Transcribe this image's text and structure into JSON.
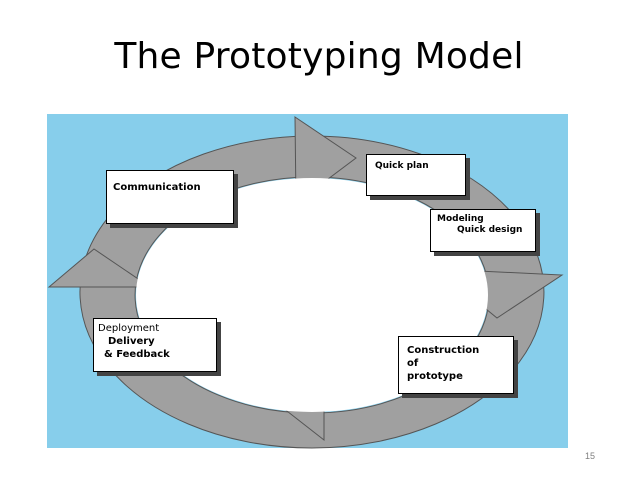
{
  "slide": {
    "title": "The Prototyping Model",
    "page_number": "15"
  },
  "diagram": {
    "stages": {
      "communication": "Communication",
      "quick_plan": "Quick plan",
      "modeling_line1": "Modeling",
      "modeling_line2": "Quick design",
      "construction": "Construction\nof\nprototype",
      "deployment_line1": "Deployment",
      "deployment_line2": "Delivery",
      "deployment_line3": "& Feedback"
    },
    "colors": {
      "background_panel": "#87ceeb",
      "cycle_ring": "#a0a0a0",
      "box_fill": "#ffffff"
    }
  }
}
